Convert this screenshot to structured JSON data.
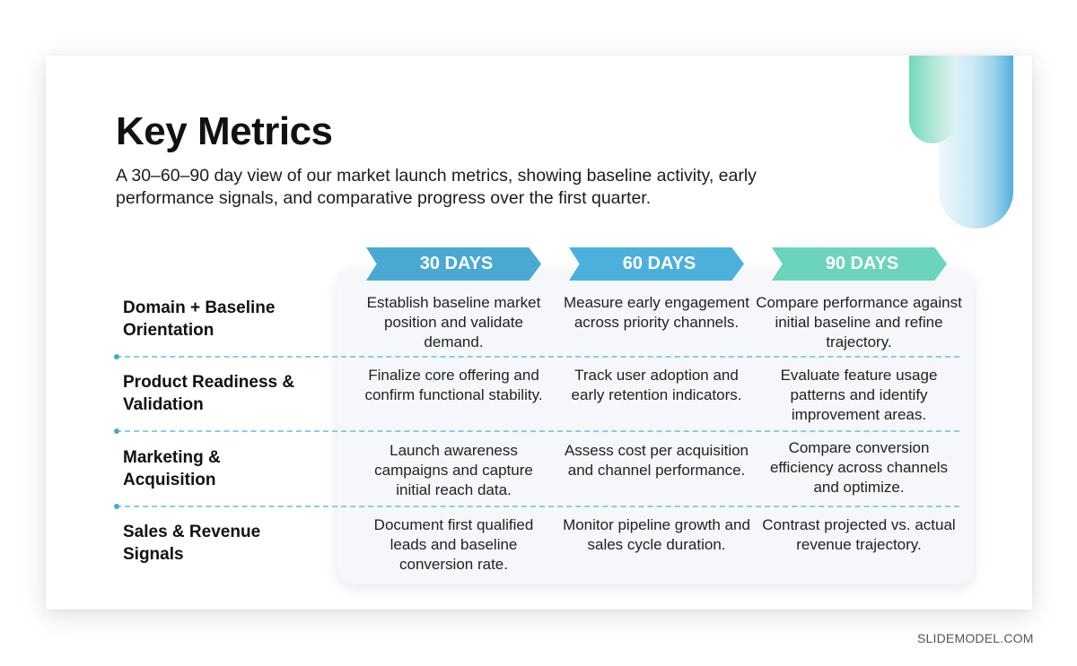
{
  "slide": {
    "title": "Key Metrics",
    "subtitle": "A 30–60–90 day view of our market launch metrics, showing baseline activity, early performance signals, and comparative progress over the first quarter."
  },
  "colors": {
    "chevron_30": "#4aa9d2",
    "chevron_60": "#4cb0dc",
    "chevron_90": "#6cd3bc",
    "divider": "#88cde6",
    "panel_bg": "#f5f7fa"
  },
  "columns": [
    {
      "label": "30 DAYS"
    },
    {
      "label": "60 DAYS"
    },
    {
      "label": "90 DAYS"
    }
  ],
  "rows": [
    {
      "label": "Domain + Baseline Orientation",
      "cells": [
        "Establish baseline market position and validate demand.",
        "Measure early engagement across priority channels.",
        "Compare performance against initial baseline and refine trajectory."
      ]
    },
    {
      "label": "Product Readiness & Validation",
      "cells": [
        "Finalize core offering and confirm functional stability.",
        "Track user adoption and early retention indicators.",
        "Evaluate feature usage patterns and identify improvement areas."
      ]
    },
    {
      "label": "Marketing & Acquisition",
      "cells": [
        "Launch awareness campaigns and capture initial reach data.",
        "Assess cost per acquisition and channel performance.",
        "Compare conversion efficiency across channels and optimize."
      ]
    },
    {
      "label": "Sales & Revenue Signals",
      "cells": [
        "Document first qualified leads and baseline conversion rate.",
        "Monitor pipeline growth and sales cycle duration.",
        "Contrast projected vs. actual revenue trajectory."
      ]
    }
  ],
  "watermark": "SLIDEMODEL.COM"
}
